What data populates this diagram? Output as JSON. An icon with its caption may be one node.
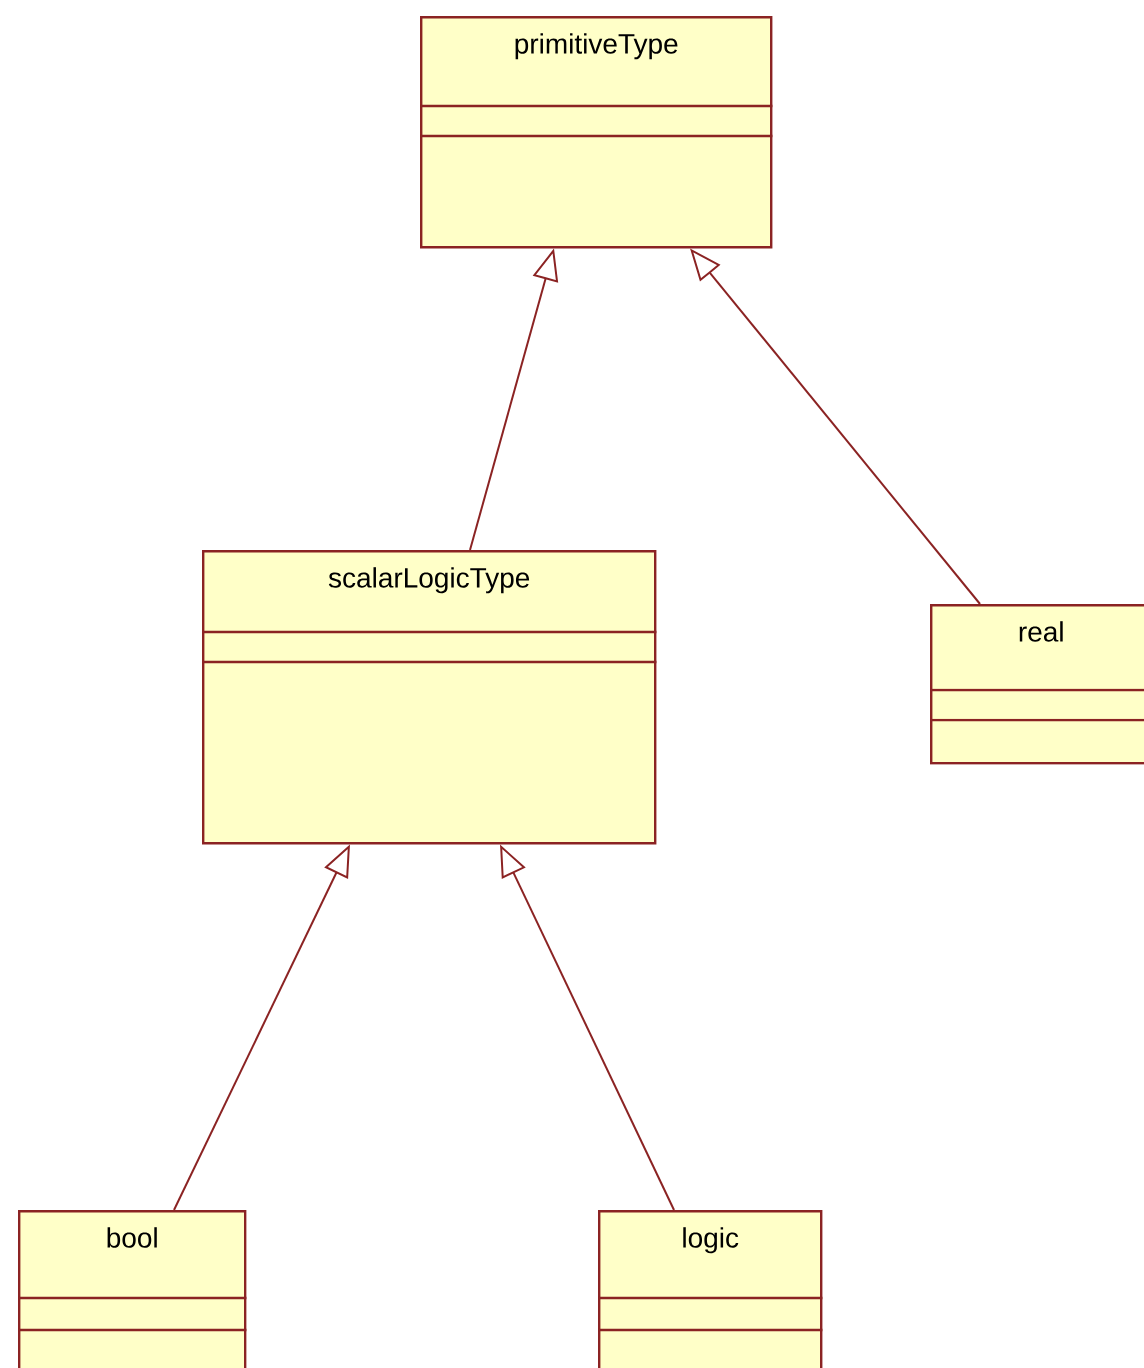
{
  "diagram": {
    "nodes": [
      {
        "text": [
          "primitiveType"
        ]
      },
      {
        "text": [
          "scalarLogicType"
        ]
      },
      {
        "text": [
          "real"
        ]
      },
      {
        "text": [
          "bool"
        ]
      },
      {
        "text": [
          "logic"
        ]
      }
    ],
    "edges": [
      {
        "from": 1,
        "to": 0,
        "arrow": "to"
      },
      {
        "from": 2,
        "to": 0,
        "arrow": "to"
      },
      {
        "from": 3,
        "to": 1,
        "arrow": "to"
      },
      {
        "from": 4,
        "to": 1,
        "arrow": "to"
      }
    ]
  }
}
